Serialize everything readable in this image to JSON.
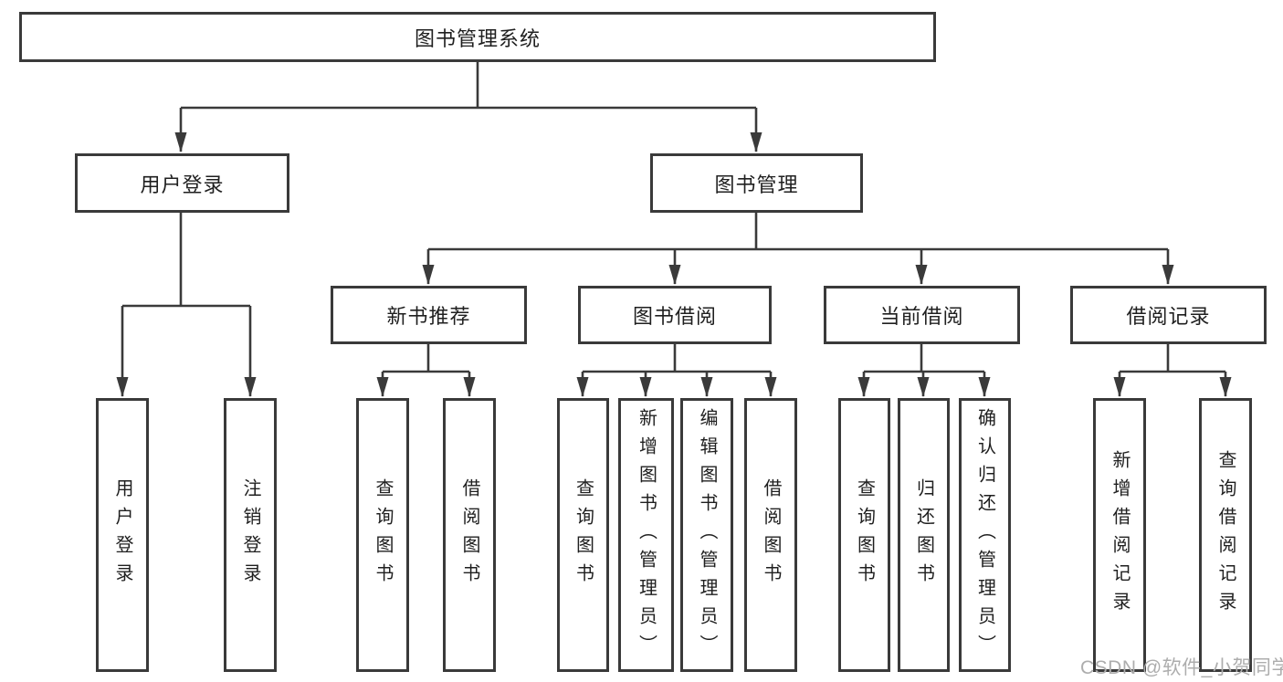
{
  "colors": {
    "line": "#3a3a3a",
    "box_border": "#3a3a3a",
    "text": "#1f1f1f",
    "watermark": "#adadad",
    "background": "#ffffff"
  },
  "watermark": {
    "text": "CSDN @软件_小贺同学"
  },
  "tree": {
    "label": "图书管理系统",
    "children": [
      {
        "label": "用户登录",
        "children": [
          {
            "label": "用户登录"
          },
          {
            "label": "注销登录"
          }
        ]
      },
      {
        "label": "图书管理",
        "children": [
          {
            "label": "新书推荐",
            "children": [
              {
                "label": "查询图书"
              },
              {
                "label": "借阅图书"
              }
            ]
          },
          {
            "label": "图书借阅",
            "children": [
              {
                "label": "查询图书"
              },
              {
                "label": "新增图书（管理员）"
              },
              {
                "label": "编辑图书（管理员）"
              },
              {
                "label": "借阅图书"
              }
            ]
          },
          {
            "label": "当前借阅",
            "children": [
              {
                "label": "查询图书"
              },
              {
                "label": "归还图书"
              },
              {
                "label": "确认归还（管理员）"
              }
            ]
          },
          {
            "label": "借阅记录",
            "children": [
              {
                "label": "新增借阅记录"
              },
              {
                "label": "查询借阅记录"
              }
            ]
          }
        ]
      }
    ]
  }
}
